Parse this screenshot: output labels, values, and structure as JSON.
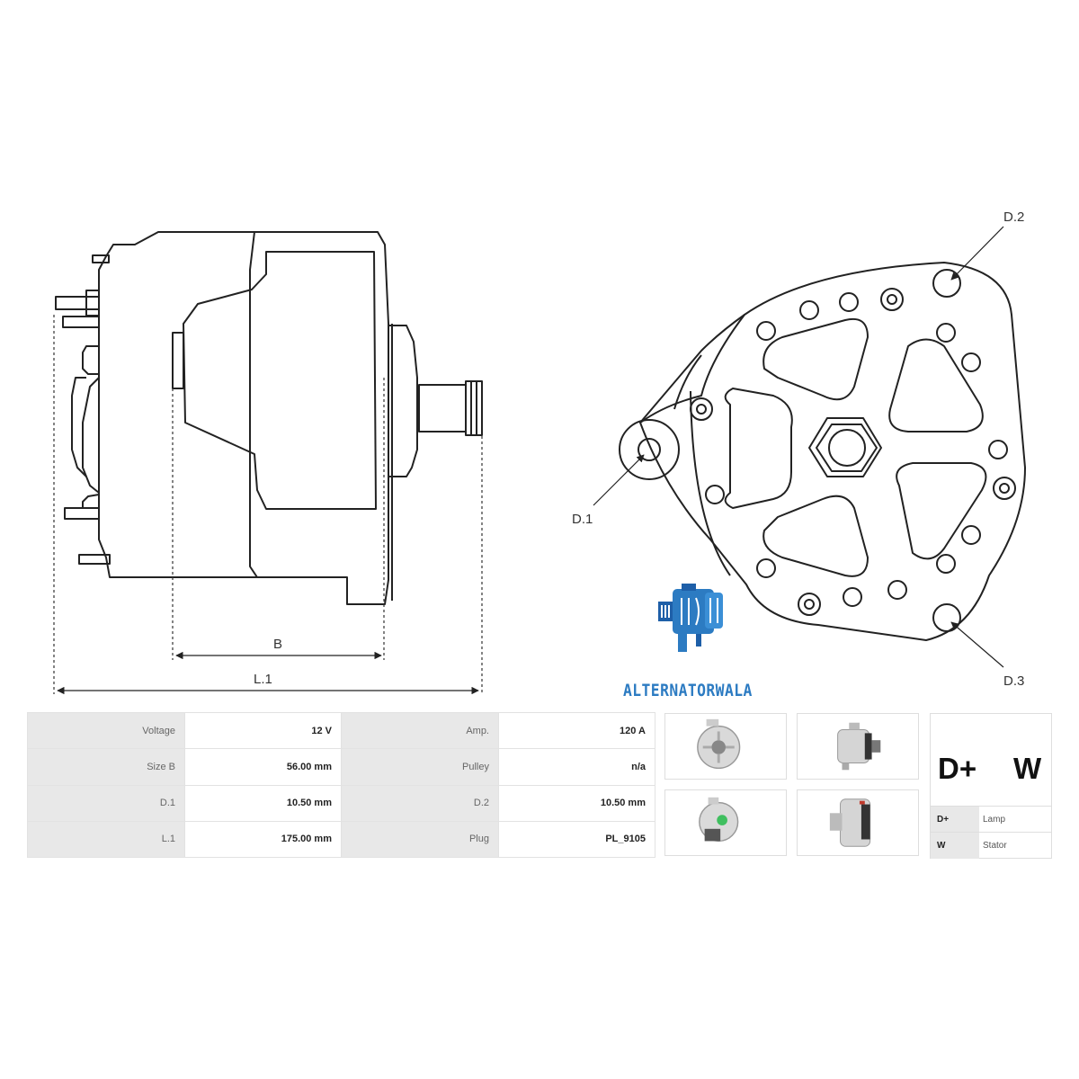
{
  "drawing": {
    "labels": {
      "b": "B",
      "l1": "L.1",
      "d1": "D.1",
      "d2": "D.2",
      "d3": "D.3"
    }
  },
  "brand": {
    "name": "ALTERNATORWALA",
    "color": "#2c7bc2"
  },
  "specs": [
    {
      "label": "Voltage",
      "value": "12 V",
      "label2": "Amp.",
      "value2": "120 A"
    },
    {
      "label": "Size B",
      "value": "56.00 mm",
      "label2": "Pulley",
      "value2": "n/a"
    },
    {
      "label": "D.1",
      "value": "10.50 mm",
      "label2": "D.2",
      "value2": "10.50 mm"
    },
    {
      "label": "L.1",
      "value": "175.00 mm",
      "label2": "Plug",
      "value2": "PL_9105"
    }
  ],
  "photos": [
    {
      "icon": "alternator-back-photo-icon"
    },
    {
      "icon": "alternator-side-photo-icon"
    },
    {
      "icon": "alternator-rear-angle-photo-icon"
    },
    {
      "icon": "alternator-side-angle-photo-icon"
    }
  ],
  "terminals": {
    "headline_left": "D+",
    "headline_right": "W",
    "rows": [
      {
        "key": "D+",
        "value": "Lamp"
      },
      {
        "key": "W",
        "value": "Stator"
      }
    ]
  }
}
